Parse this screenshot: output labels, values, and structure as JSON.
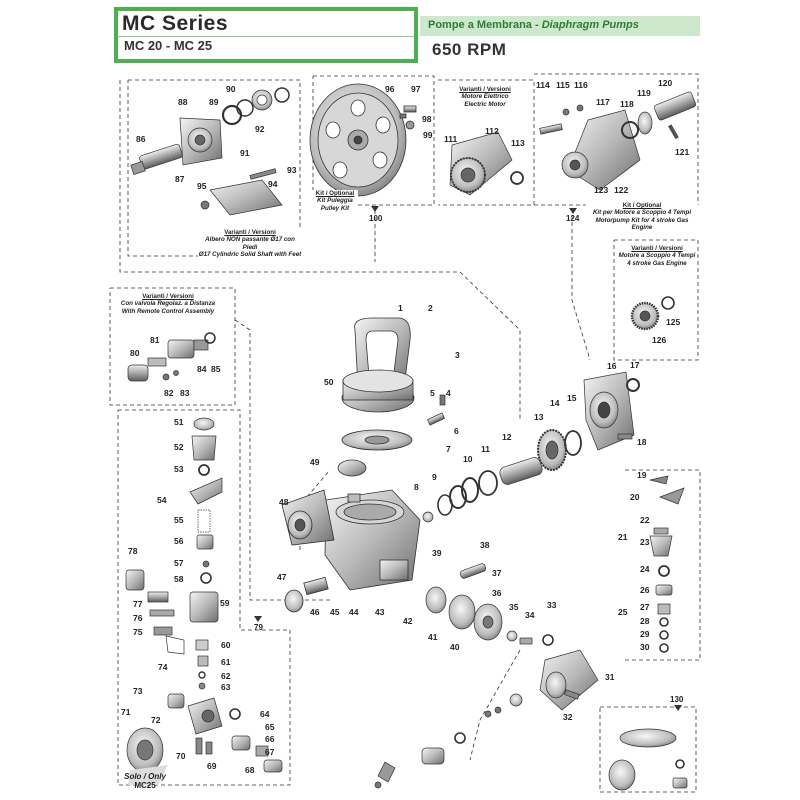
{
  "header": {
    "series_title": "MC  Series",
    "models": "MC 20 - MC 25",
    "category_it": "Pompe a Membrana - ",
    "category_en": "Diaphragm Pumps",
    "rpm": "650 RPM"
  },
  "captions": {
    "shaft_variant": [
      "Varianti / Versioni",
      "Albero NON passante Ø17 con Piedi",
      "Ø17 Cylindric Solid Shaft with Feet"
    ],
    "pulley_kit": [
      "Kit / Optional",
      "Kit Puleggia",
      "Pulley Kit"
    ],
    "electric_motor": [
      "Varianti / Versioni",
      "Motore Elettrico",
      "Electric Motor"
    ],
    "gas_engine_kit": [
      "Kit / Optional",
      "Kit per Motore a Scoppio 4 Tempi",
      "Motorpump Kit for 4 stroke Gas Engine"
    ],
    "gas_engine_variant": [
      "Varianti / Versioni",
      "Motore a Scoppio 4 Tempi",
      "4 stroke Gas Engine"
    ],
    "remote_control": [
      "Varianti / Versioni",
      "Con valvola Regolaz. a Distanza",
      "With Remote Control Assembly"
    ],
    "solo_only": "Solo / Only",
    "mc25": "MC25"
  },
  "references": {
    "r100": "100",
    "r124": "124",
    "r79": "79",
    "r130": "130"
  },
  "part_numbers": [
    "1",
    "2",
    "3",
    "4",
    "5",
    "6",
    "7",
    "8",
    "9",
    "10",
    "11",
    "12",
    "13",
    "14",
    "15",
    "16",
    "17",
    "18",
    "19",
    "20",
    "21",
    "22",
    "23",
    "24",
    "25",
    "26",
    "27",
    "28",
    "29",
    "30",
    "31",
    "32",
    "33",
    "34",
    "35",
    "36",
    "37",
    "38",
    "39",
    "40",
    "41",
    "42",
    "43",
    "44",
    "45",
    "46",
    "47",
    "48",
    "49",
    "50",
    "51",
    "52",
    "53",
    "54",
    "55",
    "56",
    "57",
    "58",
    "59",
    "60",
    "61",
    "62",
    "63",
    "64",
    "65",
    "66",
    "67",
    "68",
    "69",
    "70",
    "71",
    "72",
    "73",
    "74",
    "75",
    "76",
    "77",
    "78",
    "80",
    "81",
    "82",
    "83",
    "84",
    "85",
    "86",
    "87",
    "88",
    "89",
    "90",
    "91",
    "92",
    "93",
    "94",
    "95",
    "96",
    "97",
    "98",
    "99",
    "111",
    "112",
    "113",
    "114",
    "115",
    "116",
    "117",
    "118",
    "119",
    "120",
    "121",
    "122",
    "123",
    "125",
    "126"
  ],
  "colors": {
    "accent_green": "#4caf50",
    "band_green": "#cde8cd",
    "band_text": "#2e7d32",
    "line": "#333333"
  }
}
